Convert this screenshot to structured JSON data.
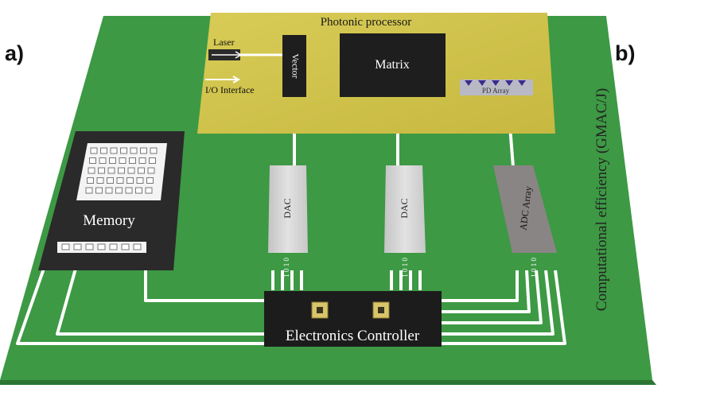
{
  "panels": {
    "a": "a)",
    "b": "b)"
  },
  "processor": {
    "title": "Photonic processor",
    "laser": "Laser",
    "io": "I/O Interface",
    "vector": "Vector",
    "matrix": "Matrix",
    "pd_array": "PD Array"
  },
  "converters": {
    "dac1": "DAC",
    "dac2": "DAC",
    "adc": "ADC Array",
    "bits": "1 0 1 0"
  },
  "memory": {
    "label": "Memory"
  },
  "controller": {
    "label": "Electronics Controller"
  },
  "side_axis": {
    "label": "Computational efficiency (GMAC/J)"
  },
  "colors": {
    "board": "#3e9a45",
    "processor": "#cfc249",
    "chip": "#1f1f1f",
    "converter": "#d6d6d6",
    "trace": "#ffffff"
  }
}
